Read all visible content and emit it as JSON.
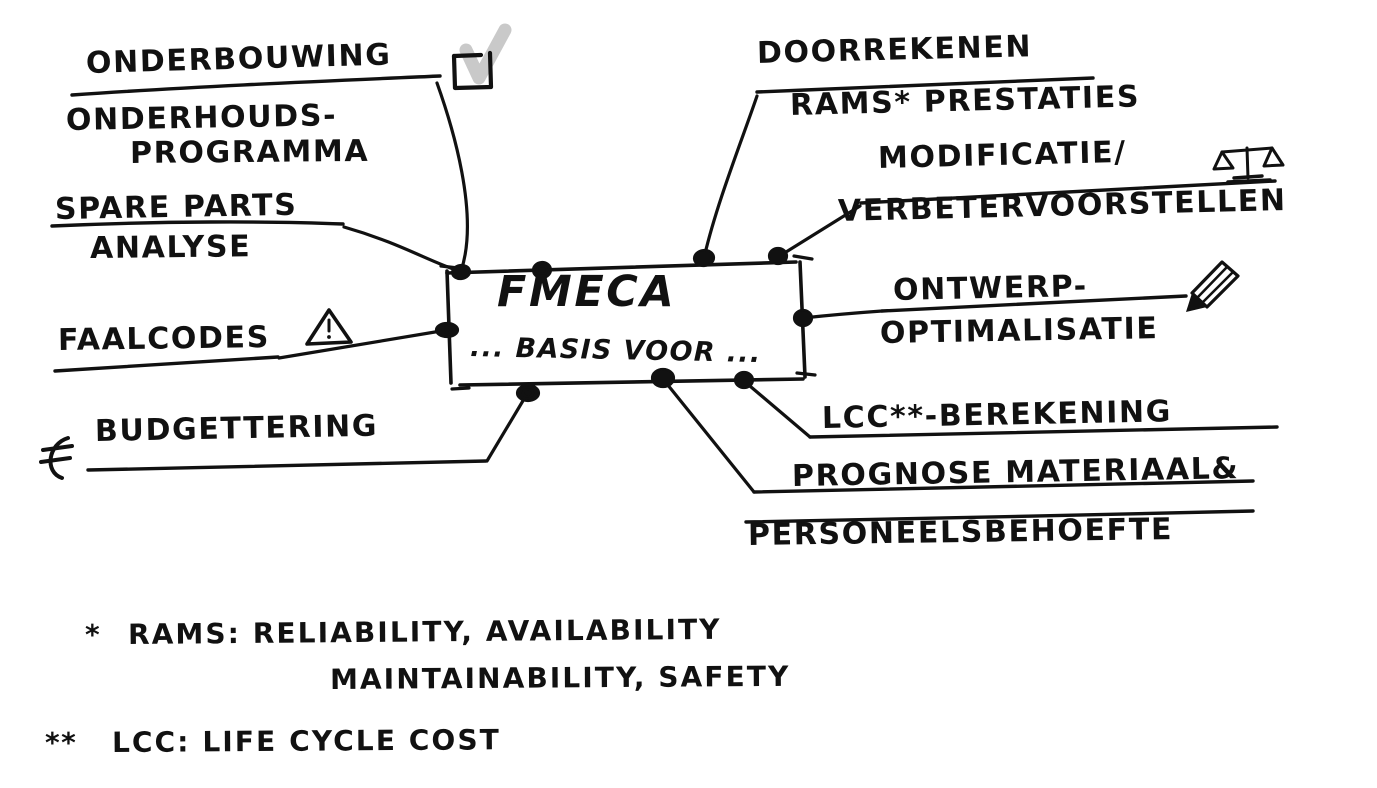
{
  "diagram": {
    "type": "mind-map",
    "style": "hand-drawn sketch, black ink on white",
    "background_color": "#ffffff",
    "ink_color": "#111111",
    "check_color": "#c9c9c9",
    "center": {
      "title": "FMECA",
      "subtitle": "... BASIS VOOR ...",
      "shape": "rectangle"
    },
    "branches": [
      {
        "id": "onderbouwing",
        "lines": [
          "ONDERBOUWING",
          "ONDERHOUDS-",
          "PROGRAMMA"
        ],
        "icon": "checkbox-checked-icon",
        "side": "top-left"
      },
      {
        "id": "spare-parts",
        "lines": [
          "SPARE PARTS",
          "ANALYSE"
        ],
        "icon": null,
        "side": "left"
      },
      {
        "id": "faalcodes",
        "lines": [
          "FAALCODES"
        ],
        "icon": "warning-triangle-icon",
        "side": "left"
      },
      {
        "id": "budgettering",
        "lines": [
          "BUDGETTERING"
        ],
        "icon": "euro-icon",
        "side": "bottom-left"
      },
      {
        "id": "doorrekenen",
        "lines": [
          "DOORREKENEN",
          "RAMS* PRESTATIES"
        ],
        "icon": null,
        "side": "top-right"
      },
      {
        "id": "modificatie",
        "lines": [
          "MODIFICATIE/",
          "VERBETERVOORSTELLEN"
        ],
        "icon": "balance-scales-icon",
        "side": "right-top"
      },
      {
        "id": "ontwerp",
        "lines": [
          "ONTWERP-",
          "OPTIMALISATIE"
        ],
        "icon": "pencil-icon",
        "side": "right"
      },
      {
        "id": "lcc",
        "lines": [
          "LCC**-BEREKENING"
        ],
        "icon": null,
        "side": "bottom-right"
      },
      {
        "id": "prognose",
        "lines": [
          "PROGNOSE MATERIAAL&",
          "PERSONEELSBEHOEFTE"
        ],
        "icon": null,
        "side": "bottom"
      }
    ],
    "legend": [
      {
        "marker": "*",
        "line1": "RAMS: RELIABILITY, AVAILABILITY",
        "line2": "MAINTAINABILITY, SAFETY"
      },
      {
        "marker": "**",
        "line1": "LCC: LIFE CYCLE COST",
        "line2": ""
      }
    ]
  }
}
